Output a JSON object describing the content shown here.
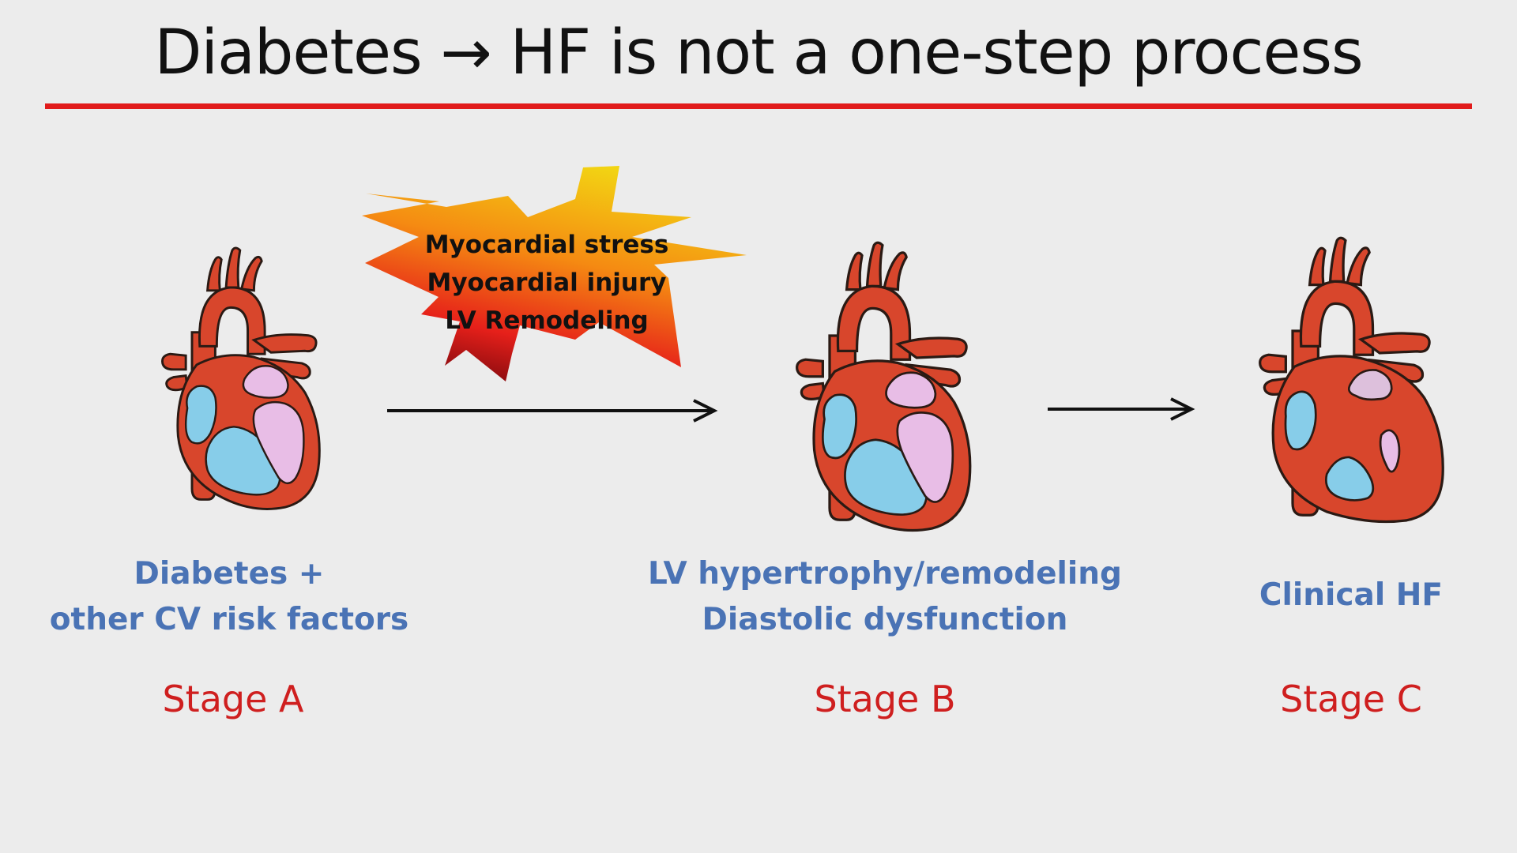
{
  "title": "Diabetes → HF is not a one-step process",
  "colors": {
    "title_rule": "#e11b1b",
    "description_text": "#4a73b5",
    "stage_text": "#cf1f1f",
    "heart_wall": "#d8462c",
    "heart_blue": "#87cde9",
    "heart_pink": "#e8bde6"
  },
  "burst": {
    "lines": [
      "Myocardial stress",
      "Myocardial injury",
      "LV Remodeling"
    ]
  },
  "stages": [
    {
      "description_lines": [
        "Diabetes +",
        "other CV risk factors"
      ],
      "label": "Stage A"
    },
    {
      "description_lines": [
        "LV hypertrophy/remodeling",
        "Diastolic dysfunction"
      ],
      "label": "Stage B"
    },
    {
      "description_lines": [
        "Clinical HF"
      ],
      "label": "Stage C"
    }
  ],
  "icons": [
    "heart-icon",
    "starburst-icon",
    "arrow-right-icon"
  ]
}
